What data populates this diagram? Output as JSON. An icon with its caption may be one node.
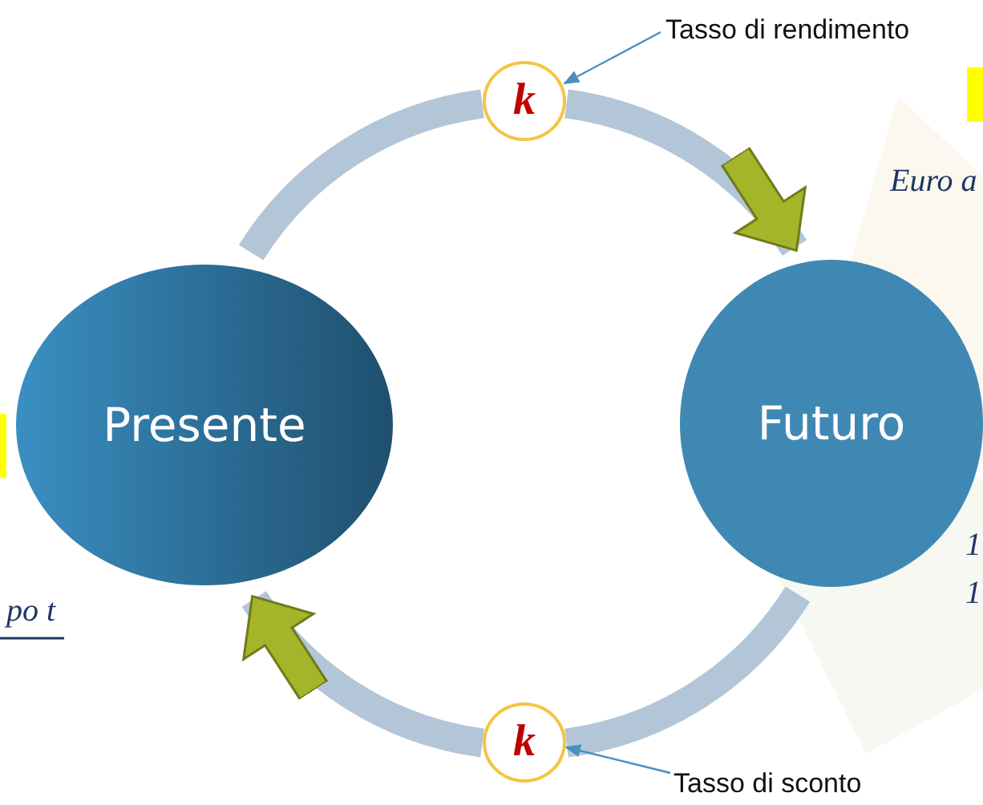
{
  "diagram": {
    "nodes": [
      {
        "text": [
          "Presente"
        ]
      },
      {
        "text": [
          "Futuro"
        ]
      },
      {
        "text": [
          "k"
        ]
      },
      {
        "text": [
          "k"
        ]
      },
      {
        "text": [
          "Tasso di rendimento"
        ]
      },
      {
        "text": [
          "Tasso di sconto"
        ]
      }
    ],
    "edges": [
      {
        "from": 0,
        "to": 2,
        "arrow": "none"
      },
      {
        "from": 2,
        "to": 1,
        "arrow": "to"
      },
      {
        "from": 1,
        "to": 3,
        "arrow": "none"
      },
      {
        "from": 3,
        "to": 0,
        "arrow": "to"
      },
      {
        "from": 4,
        "to": 2,
        "arrow": "to",
        "color": "#4a8fc0"
      },
      {
        "from": 5,
        "to": 3,
        "arrow": "to",
        "color": "#4a8fc0"
      }
    ],
    "labels": [
      "Euro a",
      "po t",
      "1",
      "1"
    ]
  }
}
